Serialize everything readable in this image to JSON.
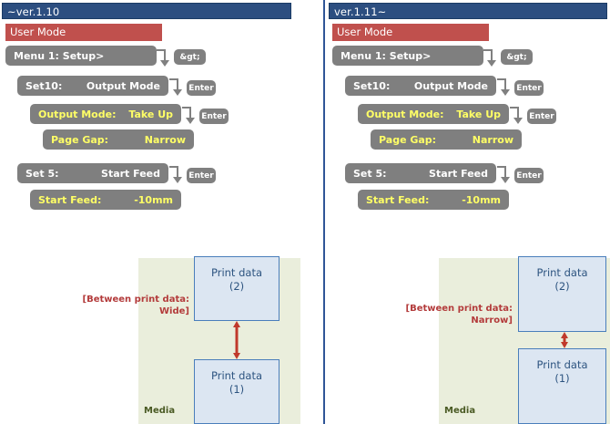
{
  "panels": [
    {
      "title": "~ver.1.10",
      "user_mode_label": "User Mode",
      "menu_rows": [
        {
          "label": "Menu  1: Setup>",
          "value": "",
          "style": "white"
        },
        {
          "label": "Set10:",
          "value": "Output Mode",
          "style": "white"
        },
        {
          "label": "Output Mode:",
          "value": "Take Up",
          "style": "yellow"
        },
        {
          "label": "Page Gap:",
          "value": "Narrow",
          "style": "yellow"
        },
        {
          "label": "Set  5:",
          "value": "Start Feed",
          "style": "white"
        },
        {
          "label": "Start Feed:",
          "value": "-10mm",
          "style": "yellow"
        }
      ],
      "keys": [
        "&gt;",
        "Enter",
        "Enter",
        "Enter"
      ],
      "diagram": {
        "media_label": "Media",
        "annotation": "[Between print data:",
        "annotation2": "Wide]",
        "box_top_line1": "Print data",
        "box_top_line2": "(2)",
        "box_bottom_line1": "Print data",
        "box_bottom_line2": "(1)",
        "gap": "wide"
      }
    },
    {
      "title": "ver.1.11~",
      "user_mode_label": "User Mode",
      "menu_rows": [
        {
          "label": "Menu  1: Setup>",
          "value": "",
          "style": "white"
        },
        {
          "label": "Set10:",
          "value": "Output Mode",
          "style": "white"
        },
        {
          "label": "Output Mode:",
          "value": "Take Up",
          "style": "yellow"
        },
        {
          "label": "Page Gap:",
          "value": "Narrow",
          "style": "yellow"
        },
        {
          "label": "Set  5:",
          "value": "Start Feed",
          "style": "white"
        },
        {
          "label": "Start Feed:",
          "value": "-10mm",
          "style": "yellow"
        }
      ],
      "keys": [
        "&gt;",
        "Enter",
        "Enter",
        "Enter"
      ],
      "diagram": {
        "media_label": "Media",
        "annotation": "[Between print data:",
        "annotation2": "Narrow]",
        "box_top_line1": "Print data",
        "box_top_line2": "(2)",
        "box_bottom_line1": "Print data",
        "box_bottom_line2": "(1)",
        "gap": "narrow"
      }
    }
  ],
  "colors": {
    "titlebar": "#2c4e80",
    "user_mode": "#c0504d",
    "menu_box": "#7f7f7f",
    "menu_value_highlight": "#ffff66",
    "media": "#eaeedc",
    "print_data_fill": "#dce6f2",
    "print_data_border": "#4a7ebb",
    "annotation": "#b33b3b",
    "divider": "#2f5597"
  }
}
